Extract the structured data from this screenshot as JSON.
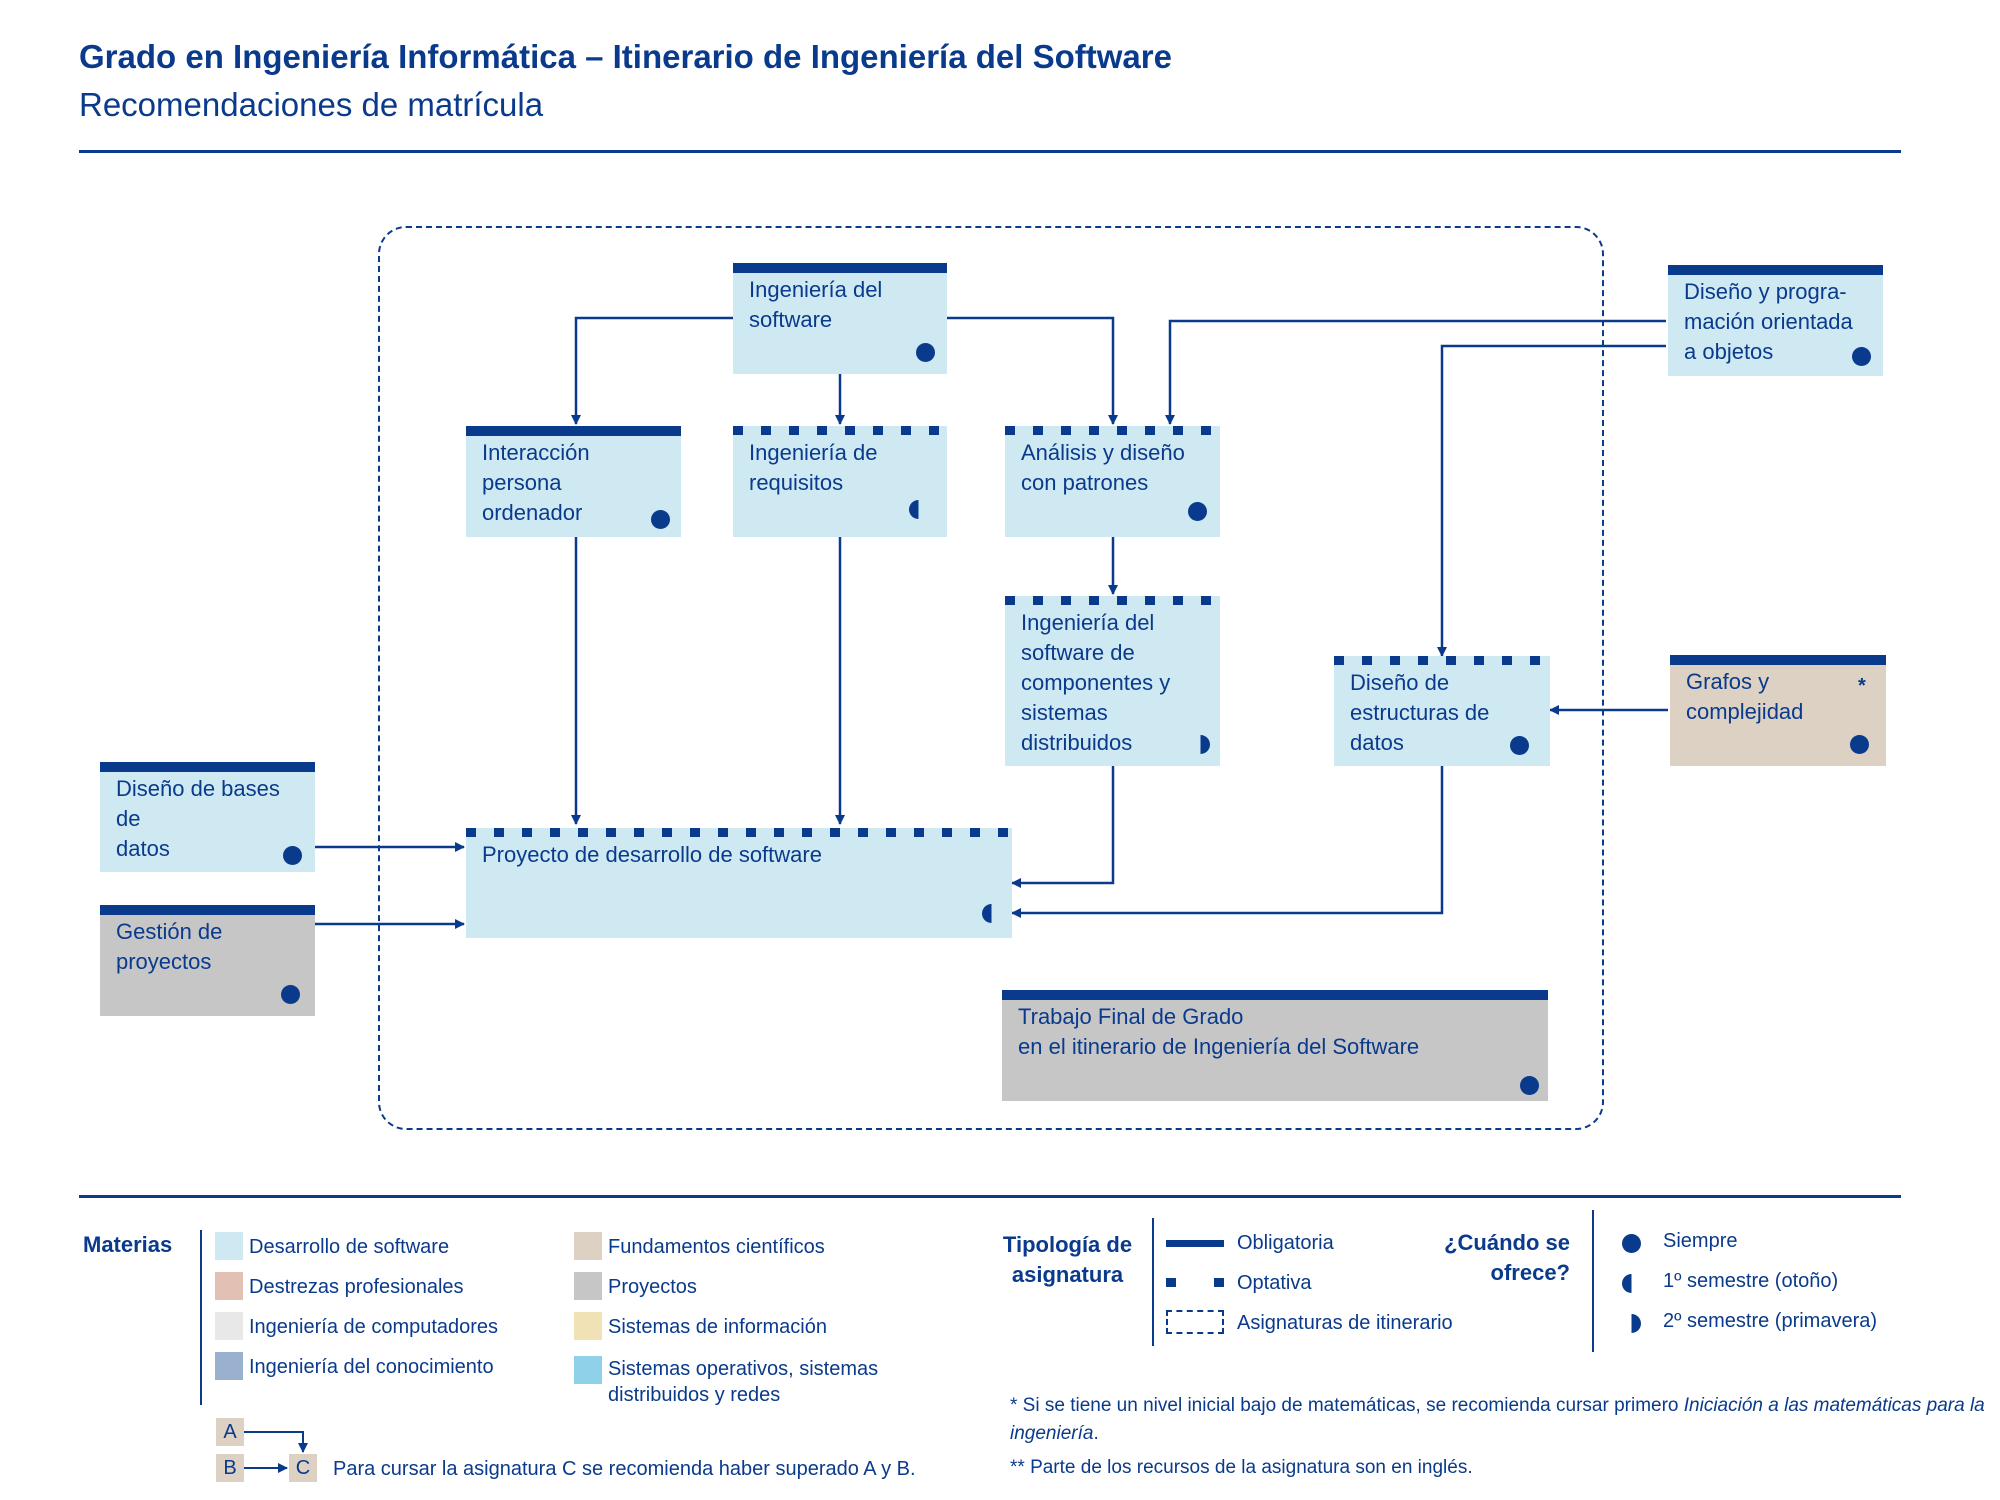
{
  "header": {
    "title": "Grado en Ingeniería Informática – Itinerario de Ingeniería del Software",
    "subtitle": "Recomendaciones de matrícula"
  },
  "subjects": {
    "ingenieria_software": "Ingeniería del\nsoftware",
    "interaccion": "Interacción\npersona\nordenador",
    "requisitos": "Ingeniería de\nrequisitos",
    "analisis": "Análisis y diseño\ncon patrones",
    "componentes": "Ingeniería del\nsoftware de\ncomponentes y\nsistemas\ndistribuidos",
    "diseno_poo": "Diseño y progra-\nmación orientada\na objetos",
    "estructuras": "Diseño de\nestructuras de\ndatos",
    "grafos": "Grafos y\ncomplejidad",
    "grafos_mark": "*",
    "bases_datos": "Diseño de bases de\ndatos",
    "gestion": "Gestión de\nproyectos",
    "proyecto": "Proyecto de desarrollo de software",
    "tfg": "Trabajo Final de Grado\nen el itinerario de Ingeniería del Software"
  },
  "legend": {
    "materias_title": "Materias",
    "materias": [
      {
        "label": "Desarrollo de software",
        "color": "#cfe9f3"
      },
      {
        "label": "Destrezas profesionales",
        "color": "#e3c0b4"
      },
      {
        "label": "Ingeniería de computadores",
        "color": "#e8e8e8"
      },
      {
        "label": "Ingeniería del conocimiento",
        "color": "#9ab0cf"
      },
      {
        "label": "Fundamentos científicos",
        "color": "#dcd1c2"
      },
      {
        "label": "Proyectos",
        "color": "#c6c6c6"
      },
      {
        "label": "Sistemas de información",
        "color": "#f0e2b4"
      },
      {
        "label": "Sistemas operativos, sistemas\ndistribuidos y redes",
        "color": "#8ed1e8"
      }
    ],
    "tipologia_title": "Tipología de\nasignatura",
    "tipologia": [
      "Obligatoria",
      "Optativa",
      "Asignaturas de itinerario"
    ],
    "cuando_title": "¿Cuándo se\nofrece?",
    "cuando": [
      "Siempre",
      "1º semestre (otoño)",
      "2º semestre (primavera)"
    ],
    "example_letters": [
      "A",
      "B",
      "C"
    ],
    "example_text": "Para cursar la asignatura C se recomienda haber superado A y B."
  },
  "notes": {
    "note1_prefix": "* Si se tiene un nivel inicial bajo de matemáticas, se recomienda cursar primero ",
    "note1_italic": "Iniciación a las matemáticas para la ingeniería",
    "note1_suffix": ".",
    "note2": "** Parte de los recursos de la asignatura son en inglés."
  },
  "colors": {
    "primary": "#0a3a8c",
    "desarrollo_software": "#cfe9f3",
    "proyectos": "#c6c6c6",
    "fundamentos": "#dcd1c2"
  }
}
